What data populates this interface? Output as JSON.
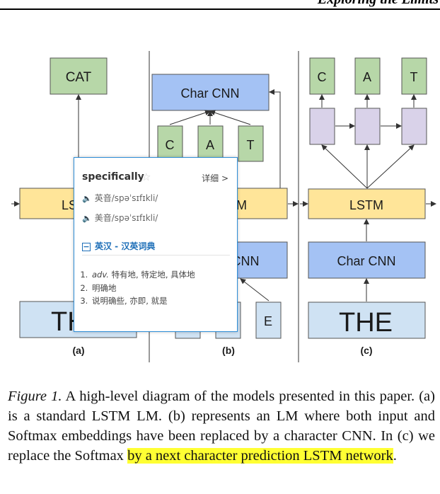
{
  "header": {
    "title": "Exploring the Limits"
  },
  "diagram": {
    "panel_a": {
      "output": "CAT",
      "lstm": "LSTM",
      "input": "THE",
      "label": "(a)"
    },
    "panel_b": {
      "char_cnn_top": "Char CNN",
      "chars_top": [
        "C",
        "A",
        "T"
      ],
      "lstm": "LSTM",
      "char_cnn_bottom": "Char CNN",
      "chars_bottom_last": "E",
      "label": "(b)"
    },
    "panel_c": {
      "outputs": [
        "C",
        "A",
        "T"
      ],
      "lstm": "LSTM",
      "char_cnn": "Char CNN",
      "input": "THE",
      "label": "(c)"
    },
    "colors": {
      "green": "#b7d7a8",
      "blue": "#a4c2f4",
      "yellow": "#ffe599",
      "lavender": "#d9d2e9",
      "light_blue": "#cfe2f3"
    }
  },
  "caption": {
    "figure_label": "Figure 1.",
    "text_plain": " A high-level diagram of the models presented in this paper. (a) is a standard LSTM LM. (b) represents an LM where both input and Softmax embeddings have been replaced by a character CNN. In (c) we replace the Softmax ",
    "text_highlighted": "by a next character prediction LSTM network",
    "text_end": "."
  },
  "popup": {
    "word": "specifically",
    "detail": "详细 >",
    "pron_uk": "英音/spəˈsɪfɪkli/",
    "pron_us": "美音/spəˈsɪfɪkli/",
    "section_toggle": "−",
    "section": "英汉 - 汉英词典",
    "definitions": [
      {
        "pos": "adv.",
        "text": " 特有地, 特定地, 具体地"
      },
      {
        "pos": "",
        "text": "明确地"
      },
      {
        "pos": "",
        "text": "说明确些, 亦即, 就是"
      }
    ],
    "icons": {
      "star": "star-icon",
      "speaker": "speaker-icon"
    }
  }
}
